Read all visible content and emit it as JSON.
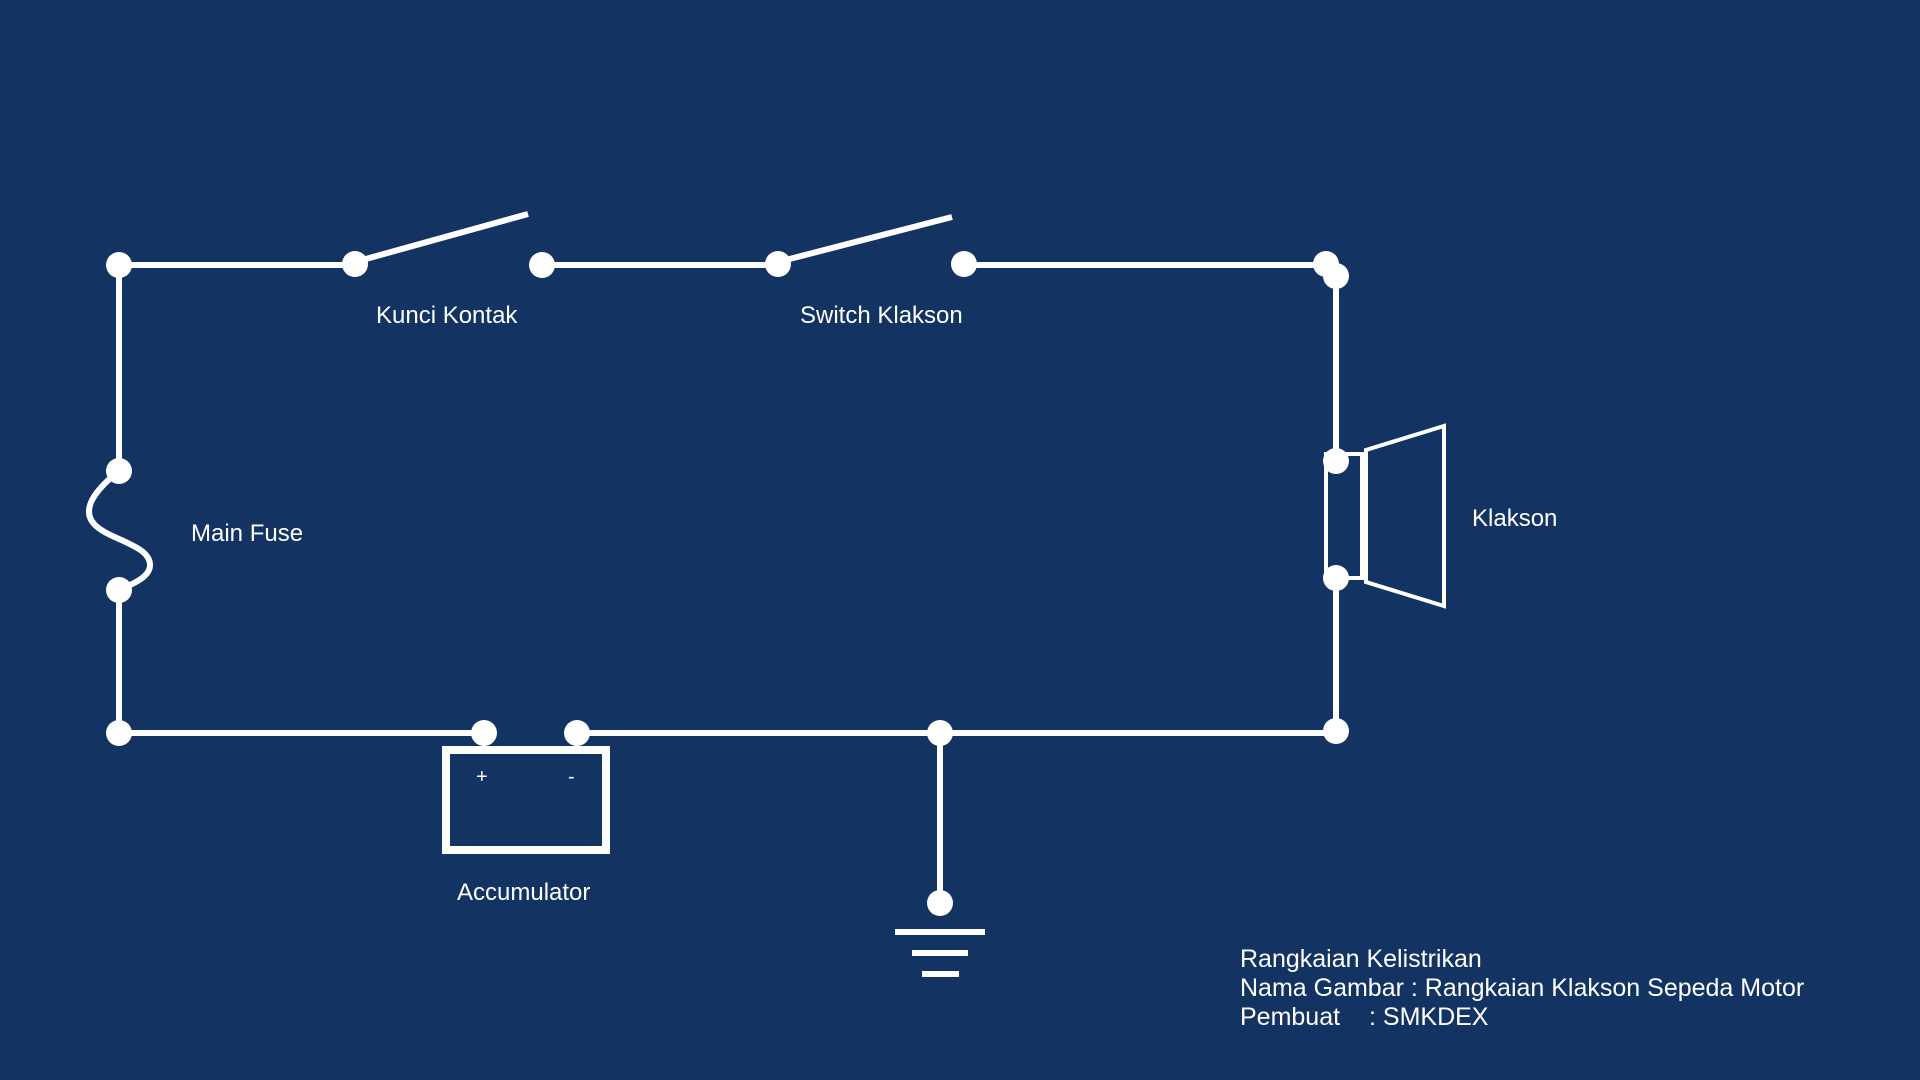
{
  "colors": {
    "background": "#133362",
    "line": "#ffffff"
  },
  "components": {
    "kunci_kontak": "Kunci Kontak",
    "switch_klakson": "Switch Klakson",
    "main_fuse": "Main Fuse",
    "klakson": "Klakson",
    "accumulator": "Accumulator",
    "battery_plus": "+",
    "battery_minus": "-"
  },
  "info": {
    "line1": "Rangkaian Kelistrikan",
    "line2": "Nama Gambar : Rangkaian Klakson Sepeda Motor",
    "line3_label": "Pembuat",
    "line3_value": ": SMKDEX"
  }
}
